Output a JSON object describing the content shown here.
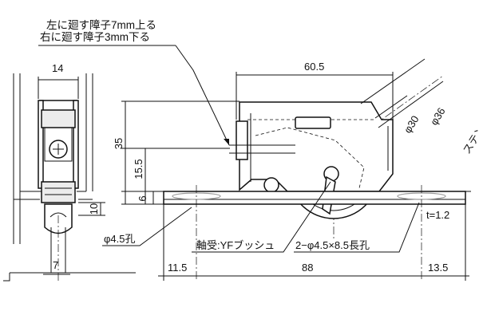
{
  "note": {
    "line1": "左に廻す障子7mm上る",
    "line2": "右に廻す障子3mm下る"
  },
  "dimensions": {
    "side_width": "14",
    "side_height": "10",
    "side_bottom": "7",
    "overall_width": "60.5",
    "height_total": "35",
    "height_axle": "15.5",
    "height_base": "6",
    "offset_left": "11.5",
    "hole_pitch": "88",
    "offset_right": "13.5",
    "thickness": "t=1.2",
    "wheel_dia": "φ30",
    "wheel_outer_dia": "φ36",
    "wheel_type": "ステンレス車"
  },
  "callouts": {
    "hole": "φ4.5孔",
    "bearing": "軸受:YFブッシュ",
    "slot": "2−φ4.5×8.5長孔"
  }
}
